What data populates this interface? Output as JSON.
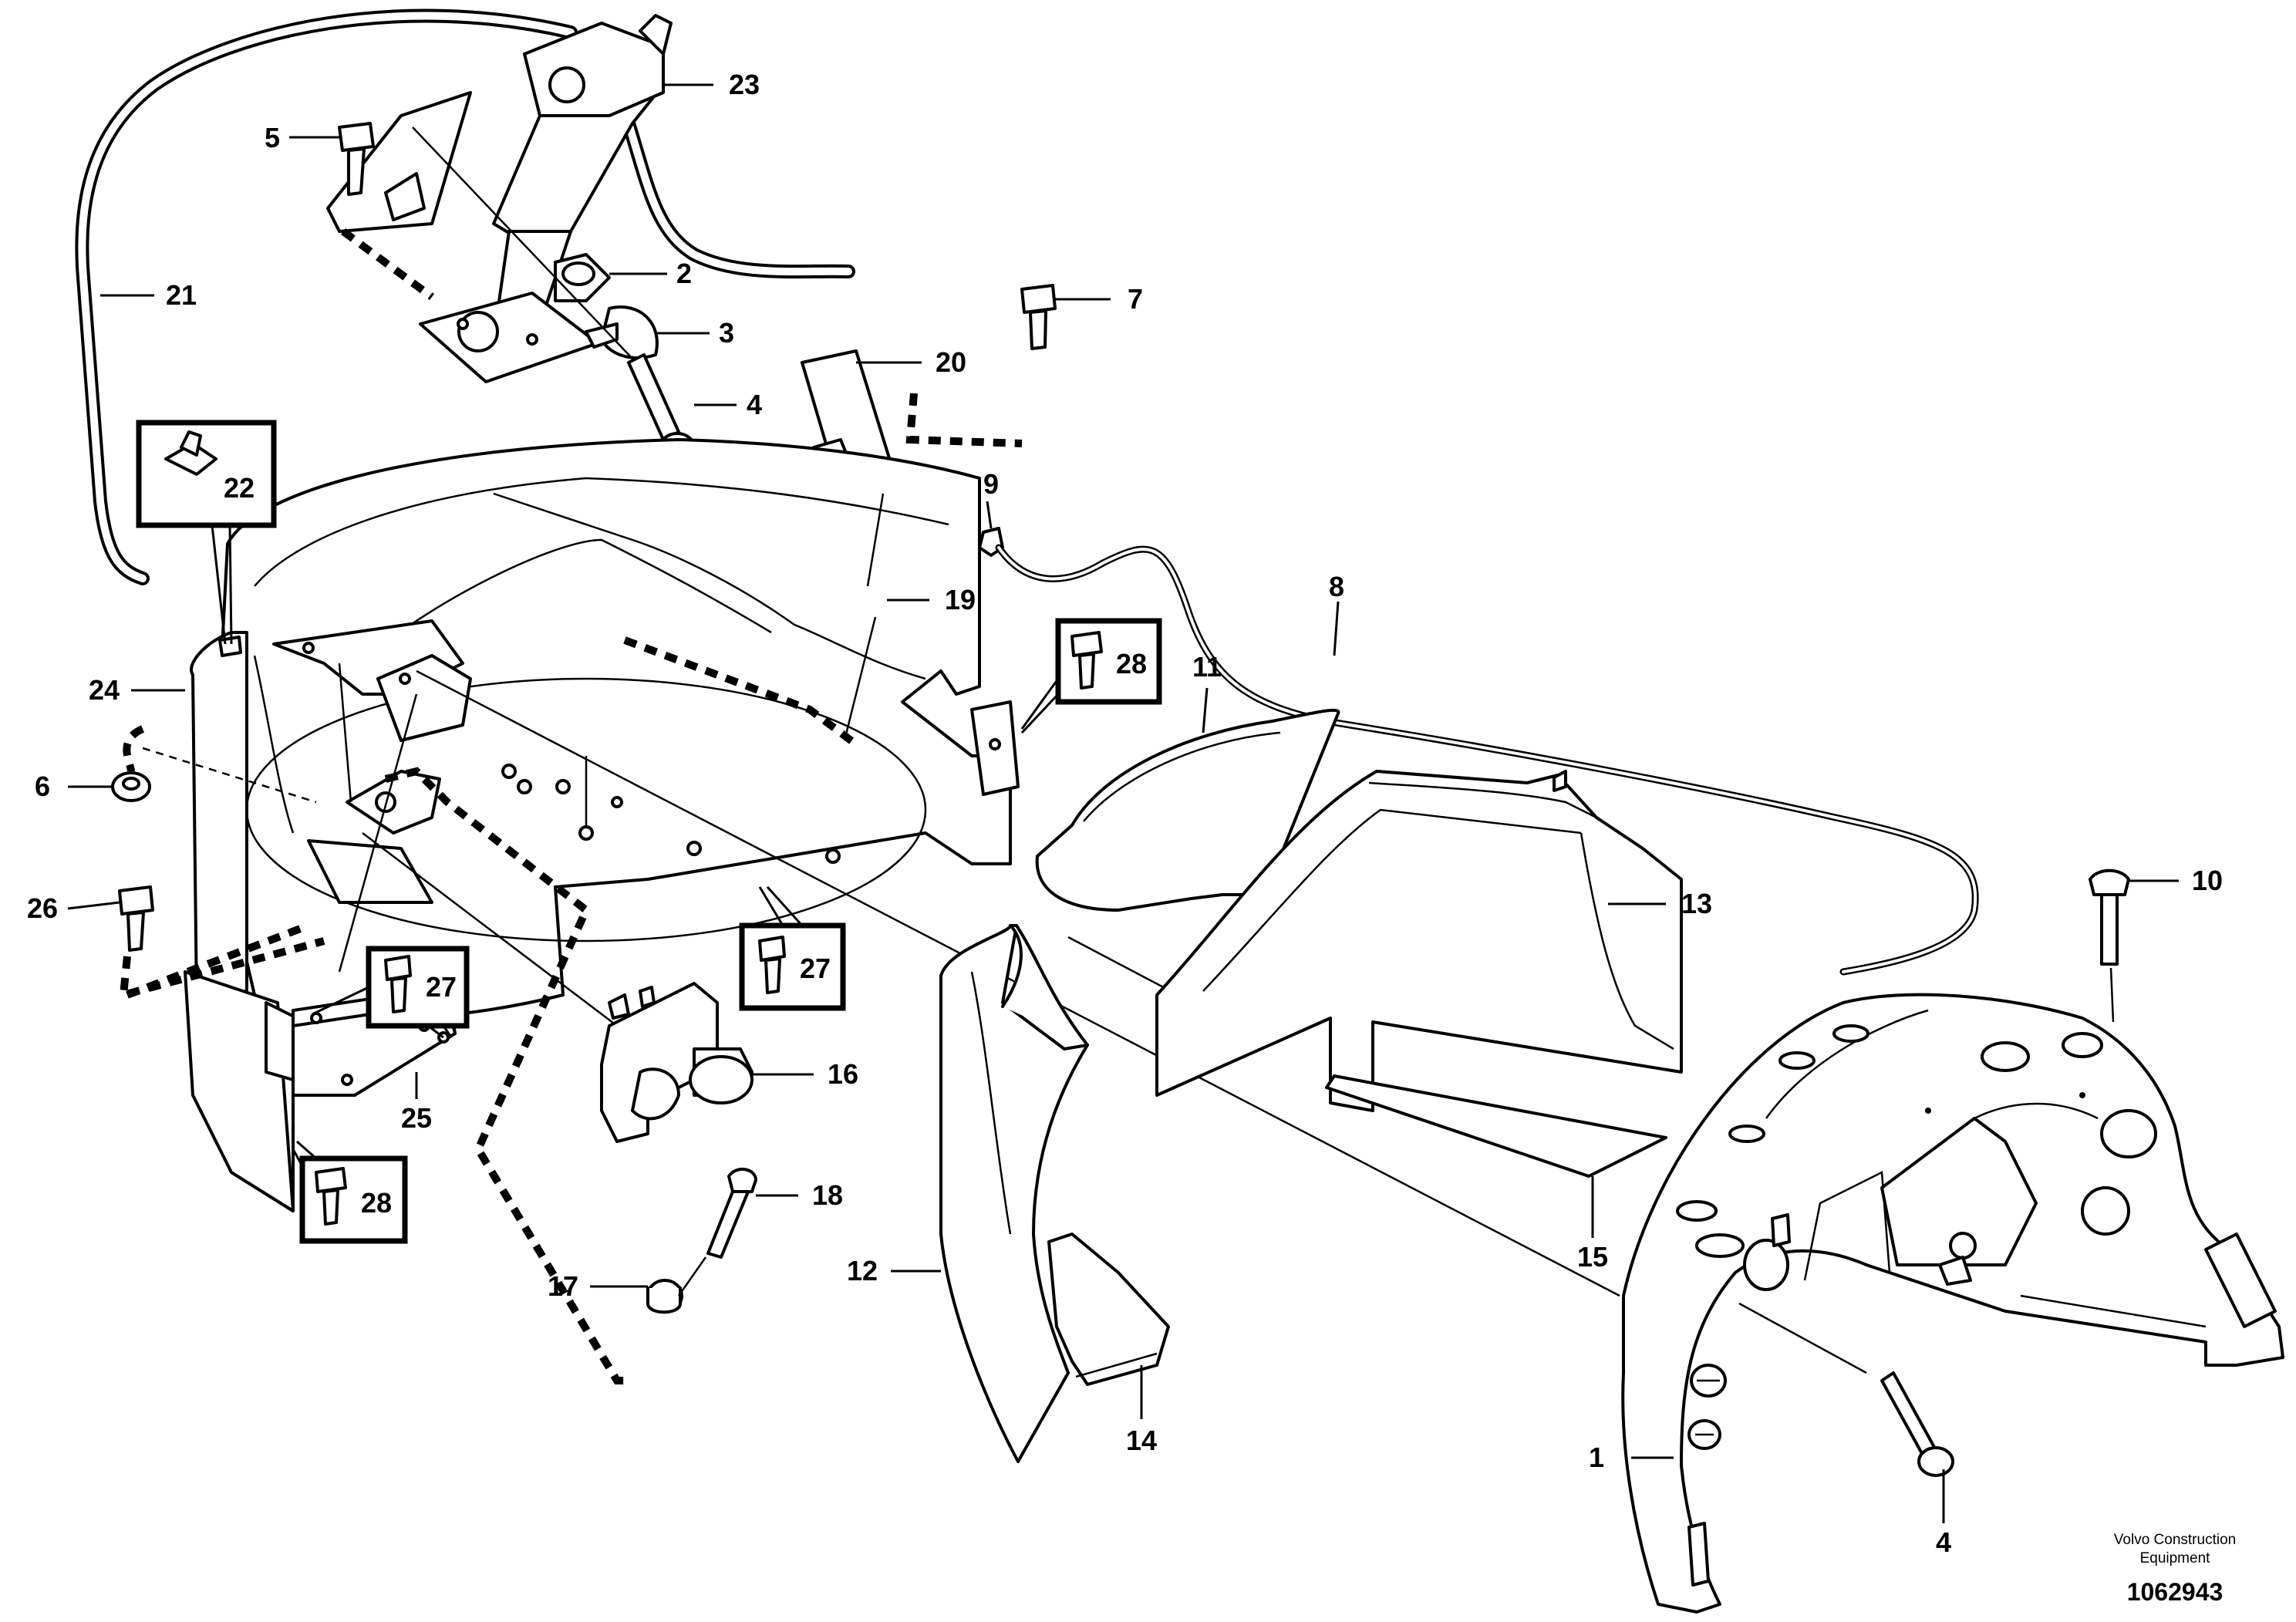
{
  "brand": {
    "line1": "Volvo Construction",
    "line2": "Equipment",
    "document_number": "1062943"
  },
  "callouts": [
    {
      "id": "p1",
      "label": "1"
    },
    {
      "id": "p2",
      "label": "2"
    },
    {
      "id": "p3",
      "label": "3"
    },
    {
      "id": "p4a",
      "label": "4"
    },
    {
      "id": "p4b",
      "label": "4"
    },
    {
      "id": "p5",
      "label": "5"
    },
    {
      "id": "p6",
      "label": "6"
    },
    {
      "id": "p7",
      "label": "7"
    },
    {
      "id": "p8",
      "label": "8"
    },
    {
      "id": "p9",
      "label": "9"
    },
    {
      "id": "p10",
      "label": "10"
    },
    {
      "id": "p11",
      "label": "11"
    },
    {
      "id": "p12",
      "label": "12"
    },
    {
      "id": "p13",
      "label": "13"
    },
    {
      "id": "p14",
      "label": "14"
    },
    {
      "id": "p15",
      "label": "15"
    },
    {
      "id": "p16",
      "label": "16"
    },
    {
      "id": "p17",
      "label": "17"
    },
    {
      "id": "p18",
      "label": "18"
    },
    {
      "id": "p19",
      "label": "19"
    },
    {
      "id": "p20",
      "label": "20"
    },
    {
      "id": "p21",
      "label": "21"
    },
    {
      "id": "p22",
      "label": "22"
    },
    {
      "id": "p23",
      "label": "23"
    },
    {
      "id": "p24",
      "label": "24"
    },
    {
      "id": "p25",
      "label": "25"
    },
    {
      "id": "p26",
      "label": "26"
    },
    {
      "id": "p27a",
      "label": "27"
    },
    {
      "id": "p27b",
      "label": "27"
    },
    {
      "id": "p28a",
      "label": "28"
    },
    {
      "id": "p28b",
      "label": "28"
    }
  ]
}
